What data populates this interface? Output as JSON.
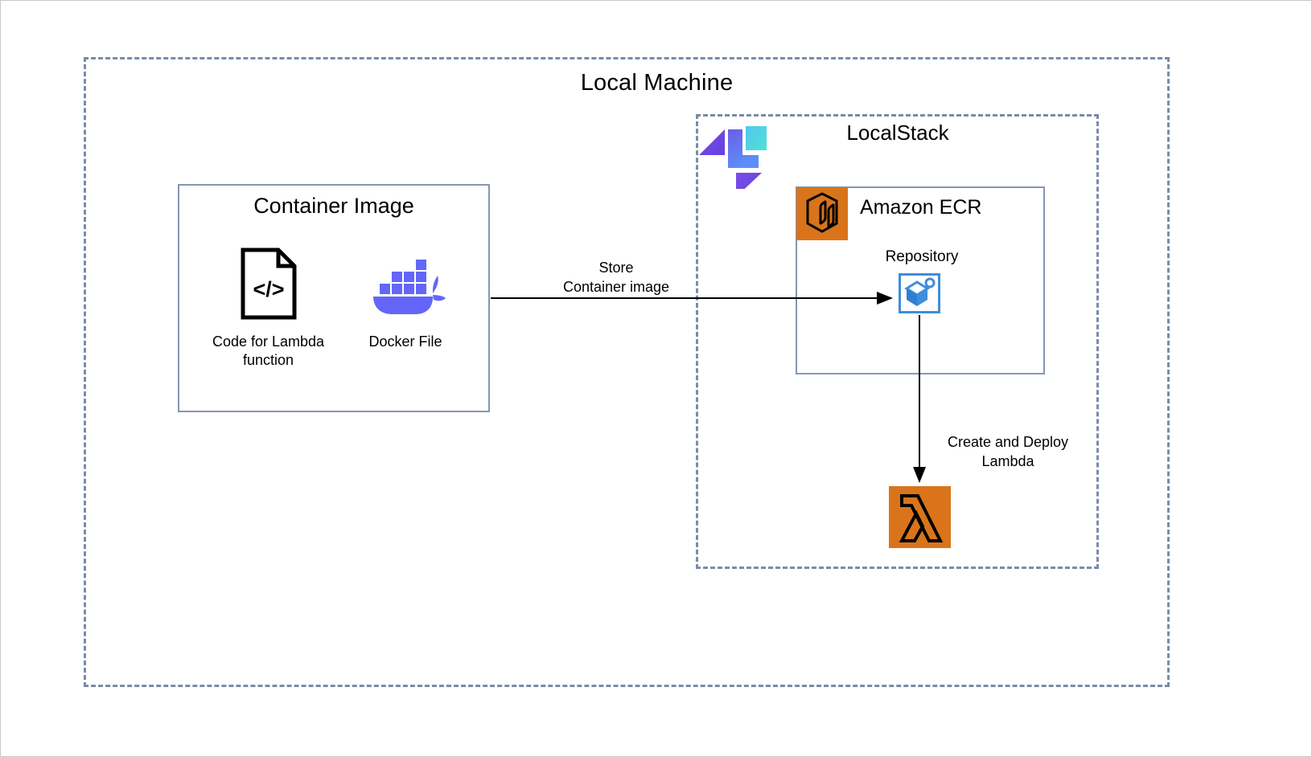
{
  "diagram": {
    "outer": {
      "title": "Local Machine",
      "border_color": "#7b8ba8",
      "style": "dashed"
    },
    "localstack": {
      "title": "LocalStack",
      "logo_name": "localstack-logo",
      "border_color": "#7b8ba8",
      "style": "dashed",
      "logo_colors": {
        "purple": "#6c4ce0",
        "blue": "#5b8bf7",
        "cyan": "#4fd8dc"
      }
    },
    "container_image": {
      "title": "Container Image",
      "border_color": "#8497b0",
      "items": [
        {
          "icon": "code-file-icon",
          "glyph": "</>",
          "caption": "Code for Lambda function"
        },
        {
          "icon": "docker-whale-icon",
          "caption": "Docker File",
          "color": "#6366f8"
        }
      ]
    },
    "ecr": {
      "title": "Amazon ECR",
      "icon": "ecr-box-icon",
      "icon_color": "#d9741a",
      "border_color": "#8497b0",
      "repository": {
        "label": "Repository",
        "icon": "repository-cube-icon",
        "accent_color": "#3f8ddd"
      }
    },
    "lambda": {
      "icon": "aws-lambda-icon",
      "color": "#d9741a",
      "glyph": "lambda"
    },
    "arrows": [
      {
        "name": "store-container-image-arrow",
        "label_line1": "Store",
        "label_line2": "Container image",
        "direction": "right"
      },
      {
        "name": "create-deploy-lambda-arrow",
        "label_line1": "Create and Deploy",
        "label_line2": "Lambda",
        "direction": "down"
      }
    ]
  }
}
